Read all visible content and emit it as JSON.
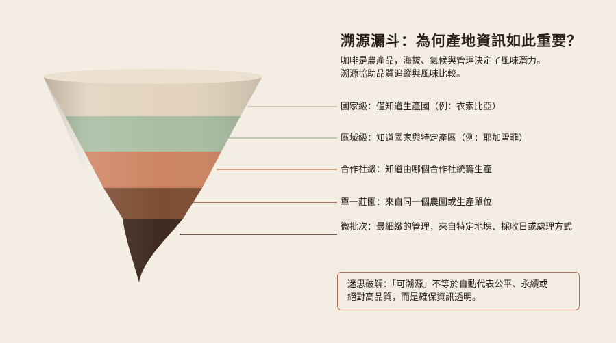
{
  "title": "溯源漏斗：為何產地資訊如此重要？",
  "intro": {
    "line1": "咖啡是農產品，海拔、氣候與管理決定了風味潛力。",
    "line2": "溯源協助品質追蹤與風味比較。"
  },
  "levels": [
    {
      "label": "國家級：僅知道生產國（例：衣索比亞）",
      "color": "#e3d3bf"
    },
    {
      "label": "區域級：知道國家與特定產區（例：耶加雪菲）",
      "color": "#a9bea2"
    },
    {
      "label": "合作社級：知道由哪個合作社統籌生產",
      "color": "#cd8462"
    },
    {
      "label": "單一莊園：來自同一個農園或生產單位",
      "color": "#7c4d33"
    },
    {
      "label": "微批次：最細緻的管理，來自特定地塊、採收日或處理方式",
      "color": "#3f2a1f"
    }
  ],
  "myth": {
    "line1": "迷思破解：「可溯源」不等於自動代表公平、永續或",
    "line2": "絕對高品質，而是確保資訊透明。"
  },
  "colors": {
    "accent": "#b86a4a",
    "background": "#f3ede3"
  }
}
